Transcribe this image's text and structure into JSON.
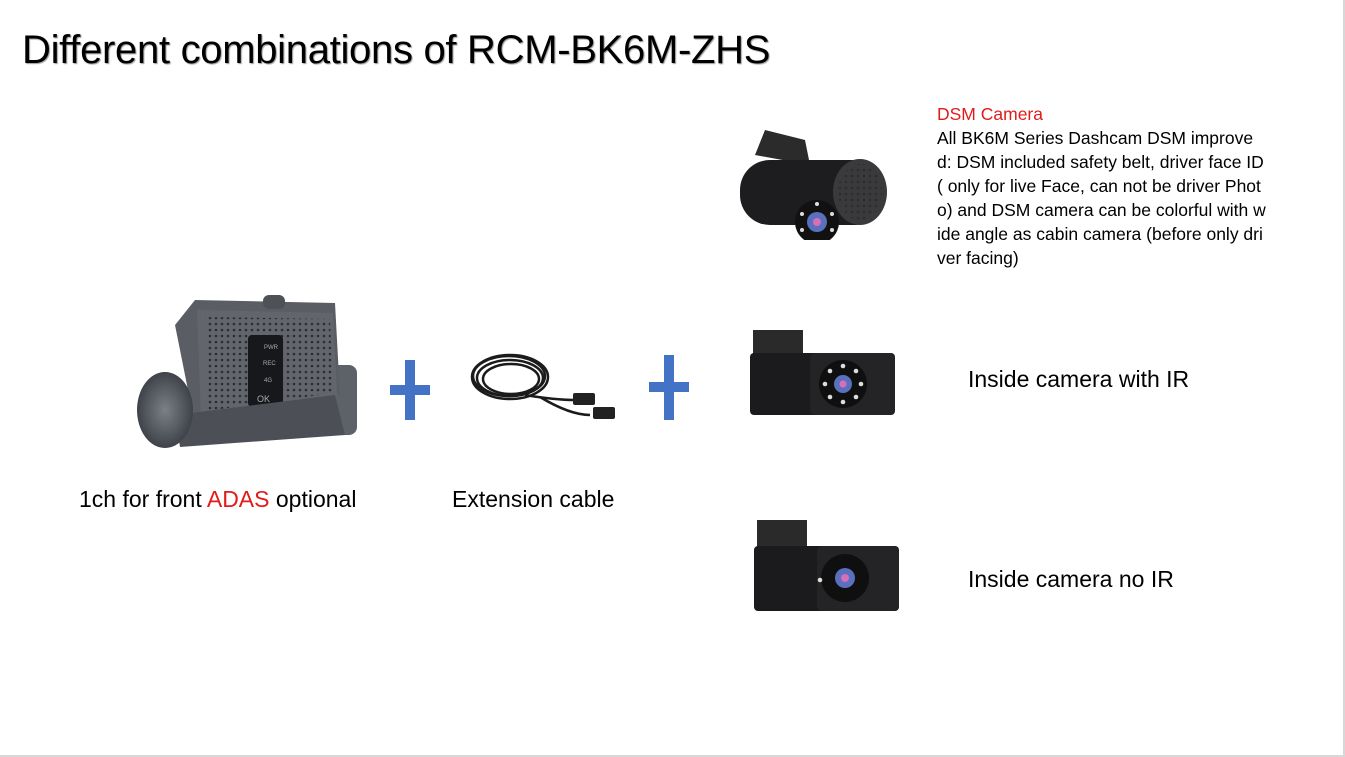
{
  "slide": {
    "title": "Different combinations of RCM-BK6M-ZHS"
  },
  "main_unit": {
    "caption_prefix": "1ch for front ",
    "caption_highlight": "ADAS",
    "caption_suffix": " optional",
    "device_labels": [
      "PWR",
      "REC",
      "4G",
      "OK"
    ]
  },
  "cable": {
    "caption": "Extension cable"
  },
  "dsm_camera": {
    "heading": "DSM  Camera",
    "description": "All BK6M Series Dashcam DSM  improve\nd: DSM included safety belt, driver face ID\n( only for live Face, can not be driver Phot\no) and DSM camera can be colorful with w\nide angle as cabin camera (before only dri\nver facing)"
  },
  "inside_ir": {
    "caption": "Inside camera with IR"
  },
  "inside_no_ir": {
    "caption": "Inside camera no IR"
  },
  "colors": {
    "accent_red": "#e21b1b",
    "plus_blue": "#4472c4"
  }
}
